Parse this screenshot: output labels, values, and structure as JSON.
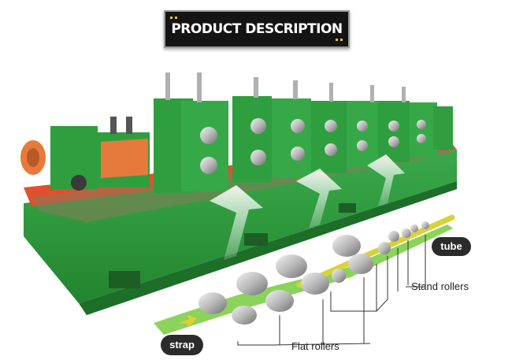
{
  "banner": {
    "title": "PRODUCT DESCRIPTION"
  },
  "labels": {
    "tube": "tube",
    "stand_rollers": "Stand rollers",
    "flat_rollers": "Flat rollers",
    "strap": "strap"
  },
  "colors": {
    "machine_green": "#2f9e3f",
    "base_red": "#e0502c",
    "accent_orange": "#e57a3c",
    "strap_green": "#8bd35a",
    "tube_yellow": "#d8d23a",
    "label_bg": "#2b2b2b"
  }
}
